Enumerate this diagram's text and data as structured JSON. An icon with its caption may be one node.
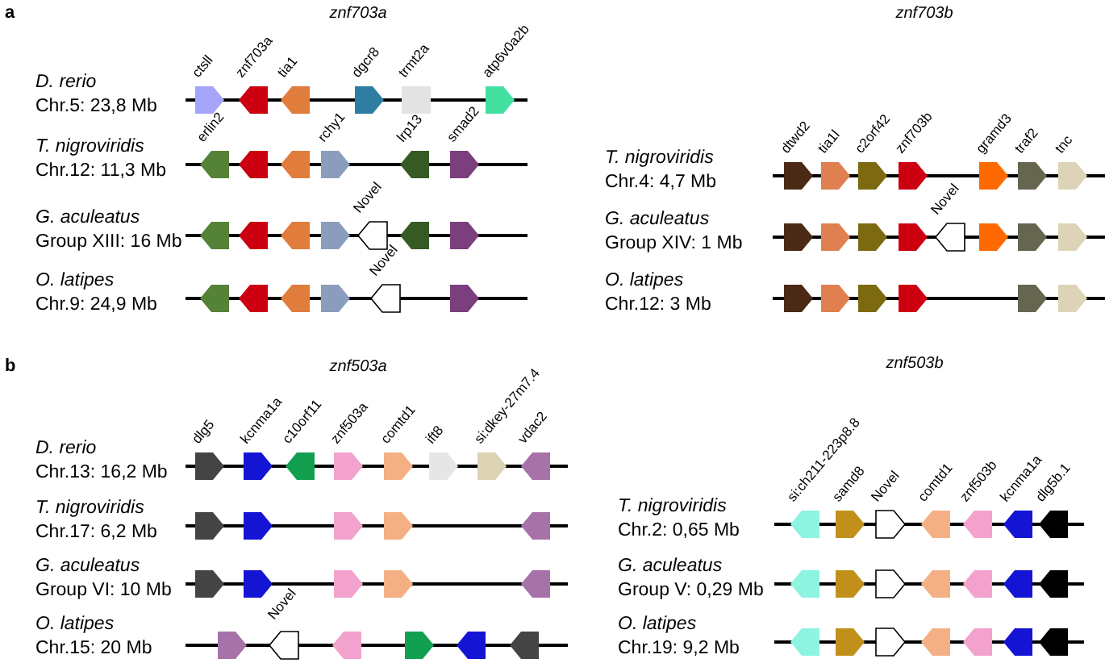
{
  "diagram": {
    "labels": [
      "a",
      "znf703a",
      "znf703b",
      "ctsll",
      "znf703a",
      "tia1",
      "dgcr8",
      "trmt2a",
      "atp6v0a2b",
      "D. rerio",
      "Chr.5: 23,8 Mb",
      "T. nigroviridis",
      "erlin2",
      "rchy1",
      "lrp13",
      "smad2",
      "dtwd2",
      "tia1l",
      "c2orf42",
      "znf703b",
      "gramd3",
      "traf2",
      "tnc",
      "Chr.12: 11,3 Mb",
      "T. nigroviridis",
      "Chr.4: 4,7 Mb",
      "Novel",
      "Novel",
      "G. aculeatus",
      "Group XIII: 16 Mb",
      "G. aculeatus",
      "Group XIV: 1 Mb",
      "Novel",
      "O. latipes",
      "Chr.9: 24,9 Mb",
      "O. latipes",
      "Chr.12: 3 Mb",
      "b",
      "znf503a",
      "znf503b",
      "dlg5",
      "kcnma1a",
      "c10orf11",
      "znf503a",
      "comtd1",
      "ift8",
      "si:dkey-27m7.4",
      "vdac2",
      "si:ch211-223p8.8",
      "samd8",
      "Novel",
      "comtd1",
      "znf503b",
      "kcnma1a",
      "dlg5b.1",
      "D. rerio",
      "Chr.13: 16,2 Mb",
      "T. nigroviridis",
      "Chr.17: 6,2 Mb",
      "T. nigroviridis",
      "Chr.2: 0,65 Mb",
      "G. aculeatus",
      "Group VI: 10 Mb",
      "G. aculeatus",
      "Group V: 0,29 Mb",
      "Novel",
      "O. latipes",
      "Chr.15: 20 Mb",
      "O. latipes",
      "Chr.19: 9,2 Mb"
    ]
  }
}
